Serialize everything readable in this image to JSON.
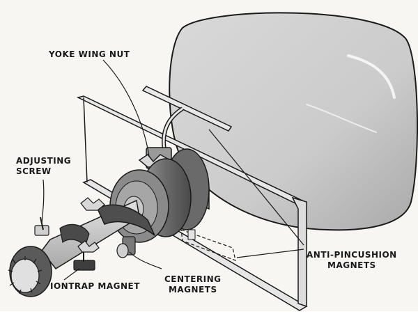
{
  "labels": {
    "yoke_wing_nut": "YOKE WING NUT",
    "adjusting_screw": [
      "ADJUSTING",
      "SCREW"
    ],
    "anti_pincushion": [
      "ANTI-PINCUSHION",
      "MAGNETS"
    ],
    "centering": [
      "CENTERING",
      "MAGNETS"
    ],
    "iontrap": "IONTRAP MAGNET"
  },
  "colors": {
    "ink": "#1a1a1a",
    "paper": "#f7f6f2",
    "tube_face": "#d6d6d6",
    "tube_shade": "#b4b4b4",
    "yoke_dark": "#5e5e5e",
    "yoke_mid": "#8a8a8a",
    "yoke_light": "#b8b8b8",
    "neck": "#cfcfcf"
  }
}
